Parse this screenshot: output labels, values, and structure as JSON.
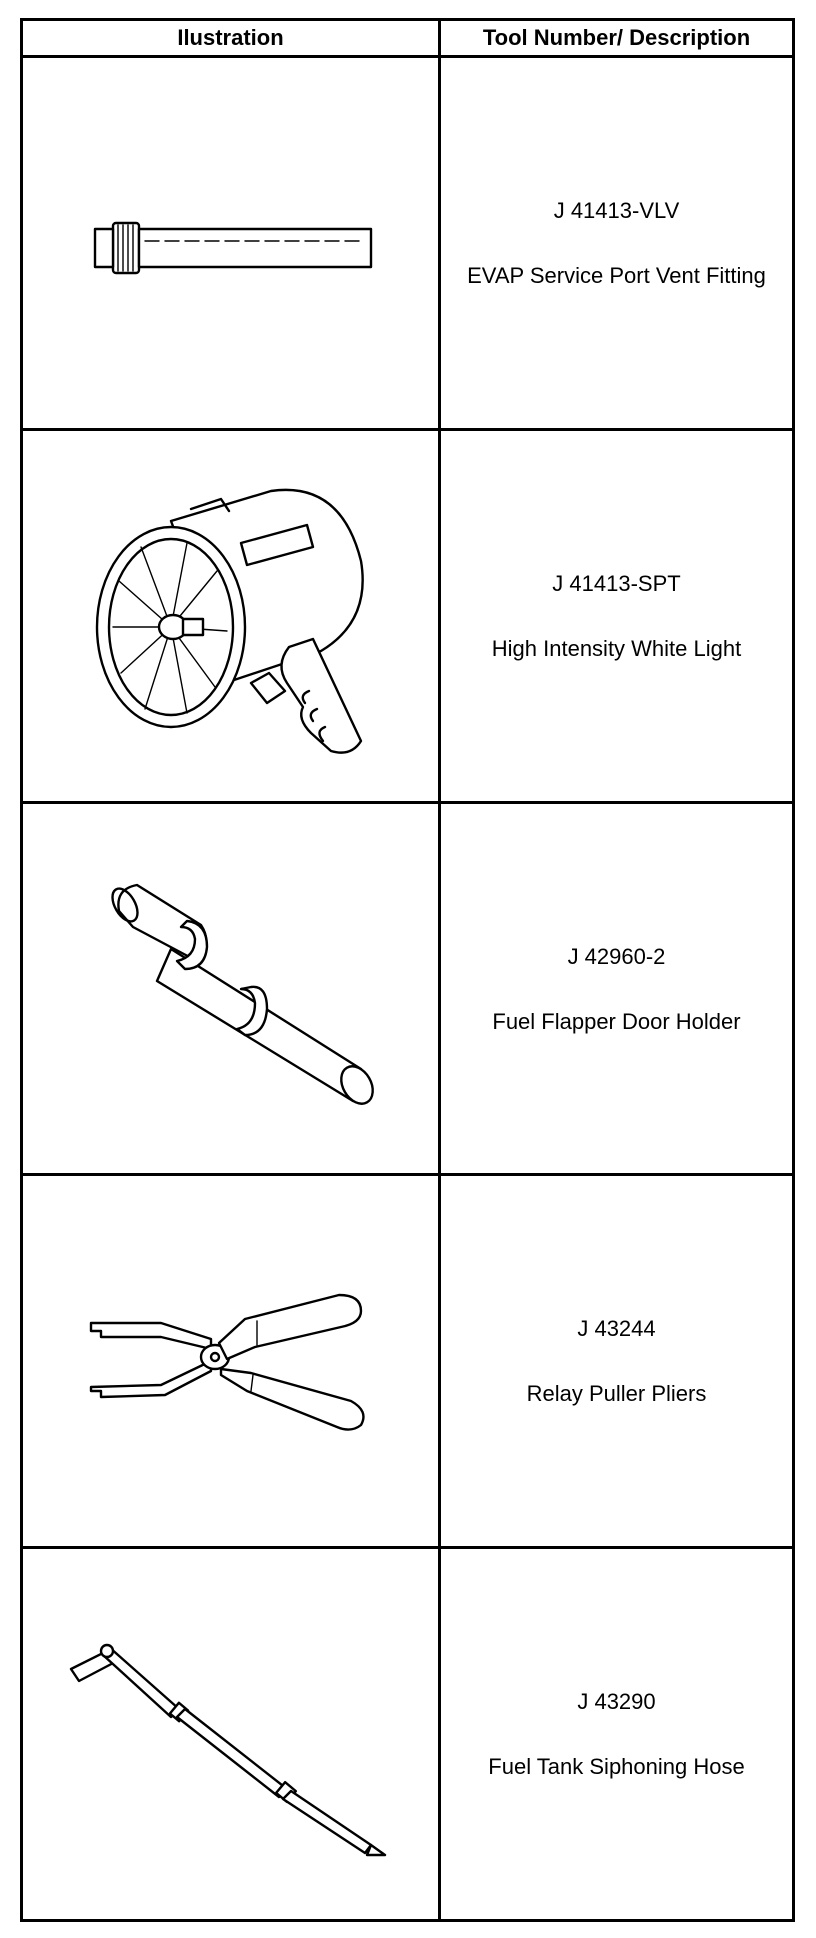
{
  "table": {
    "headers": {
      "illustration": "Ilustration",
      "tool": "Tool Number/ Description"
    },
    "rows": [
      {
        "number": "J 41413-VLV",
        "description": "EVAP Service Port Vent Fitting",
        "icon": "vent-fitting-icon"
      },
      {
        "number": "J 41413-SPT",
        "description": "High Intensity White Light",
        "icon": "spotlight-icon"
      },
      {
        "number": "J 42960-2",
        "description": "Fuel Flapper Door Holder",
        "icon": "door-holder-icon"
      },
      {
        "number": "J 43244",
        "description": "Relay Puller Pliers",
        "icon": "pliers-icon"
      },
      {
        "number": "J 43290",
        "description": "Fuel Tank Siphoning Hose",
        "icon": "siphon-hose-icon"
      }
    ]
  }
}
